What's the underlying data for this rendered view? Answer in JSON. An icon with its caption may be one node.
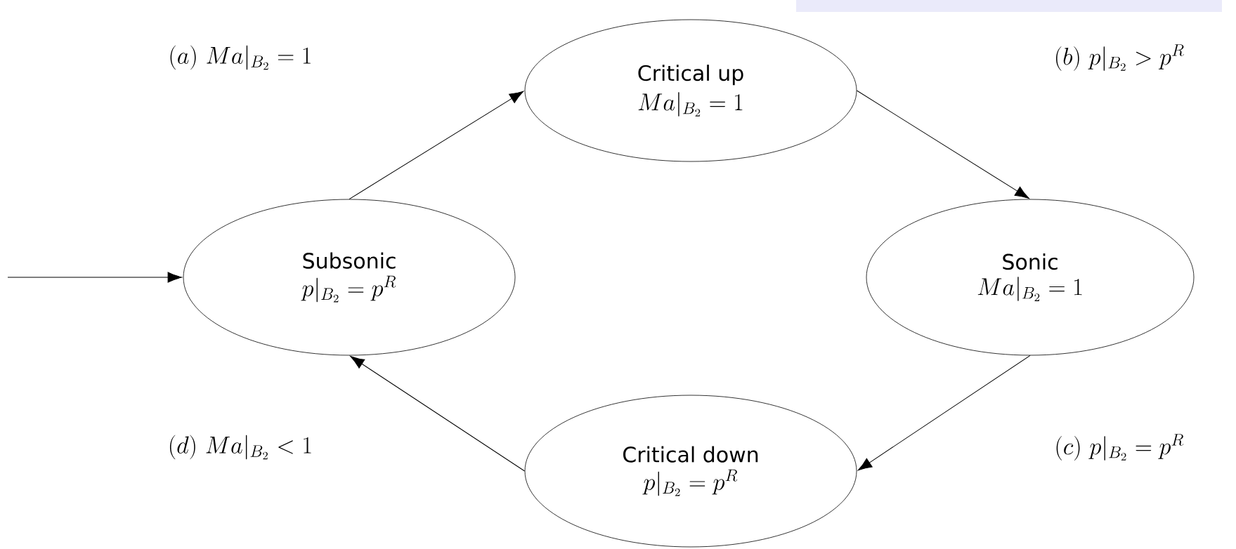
{
  "diagram": {
    "nodes": [
      {
        "text": [
          "Critical up",
          "Ma|_{B_2} = 1"
        ]
      },
      {
        "text": [
          "Subsonic",
          "p|_{B_2} = p^R"
        ]
      },
      {
        "text": [
          "Sonic",
          "Ma|_{B_2} = 1"
        ]
      },
      {
        "text": [
          "Critical down",
          "p|_{B_2} = p^R"
        ]
      }
    ],
    "edges": [
      {
        "from": null,
        "to": 1,
        "arrow": "to"
      },
      {
        "from": 1,
        "to": 0,
        "arrow": "to"
      },
      {
        "from": 0,
        "to": 2,
        "arrow": "to"
      },
      {
        "from": 2,
        "to": 3,
        "arrow": "to"
      },
      {
        "from": 3,
        "to": 1,
        "arrow": "to"
      }
    ],
    "labels": [
      "(a)\\ Ma|_{B_2} = 1",
      "(b)\\ p|_{B_2} > p^R",
      "(c)\\ p|_{B_2} = p^R",
      "(d)\\ Ma|_{B_2} < 1"
    ]
  }
}
